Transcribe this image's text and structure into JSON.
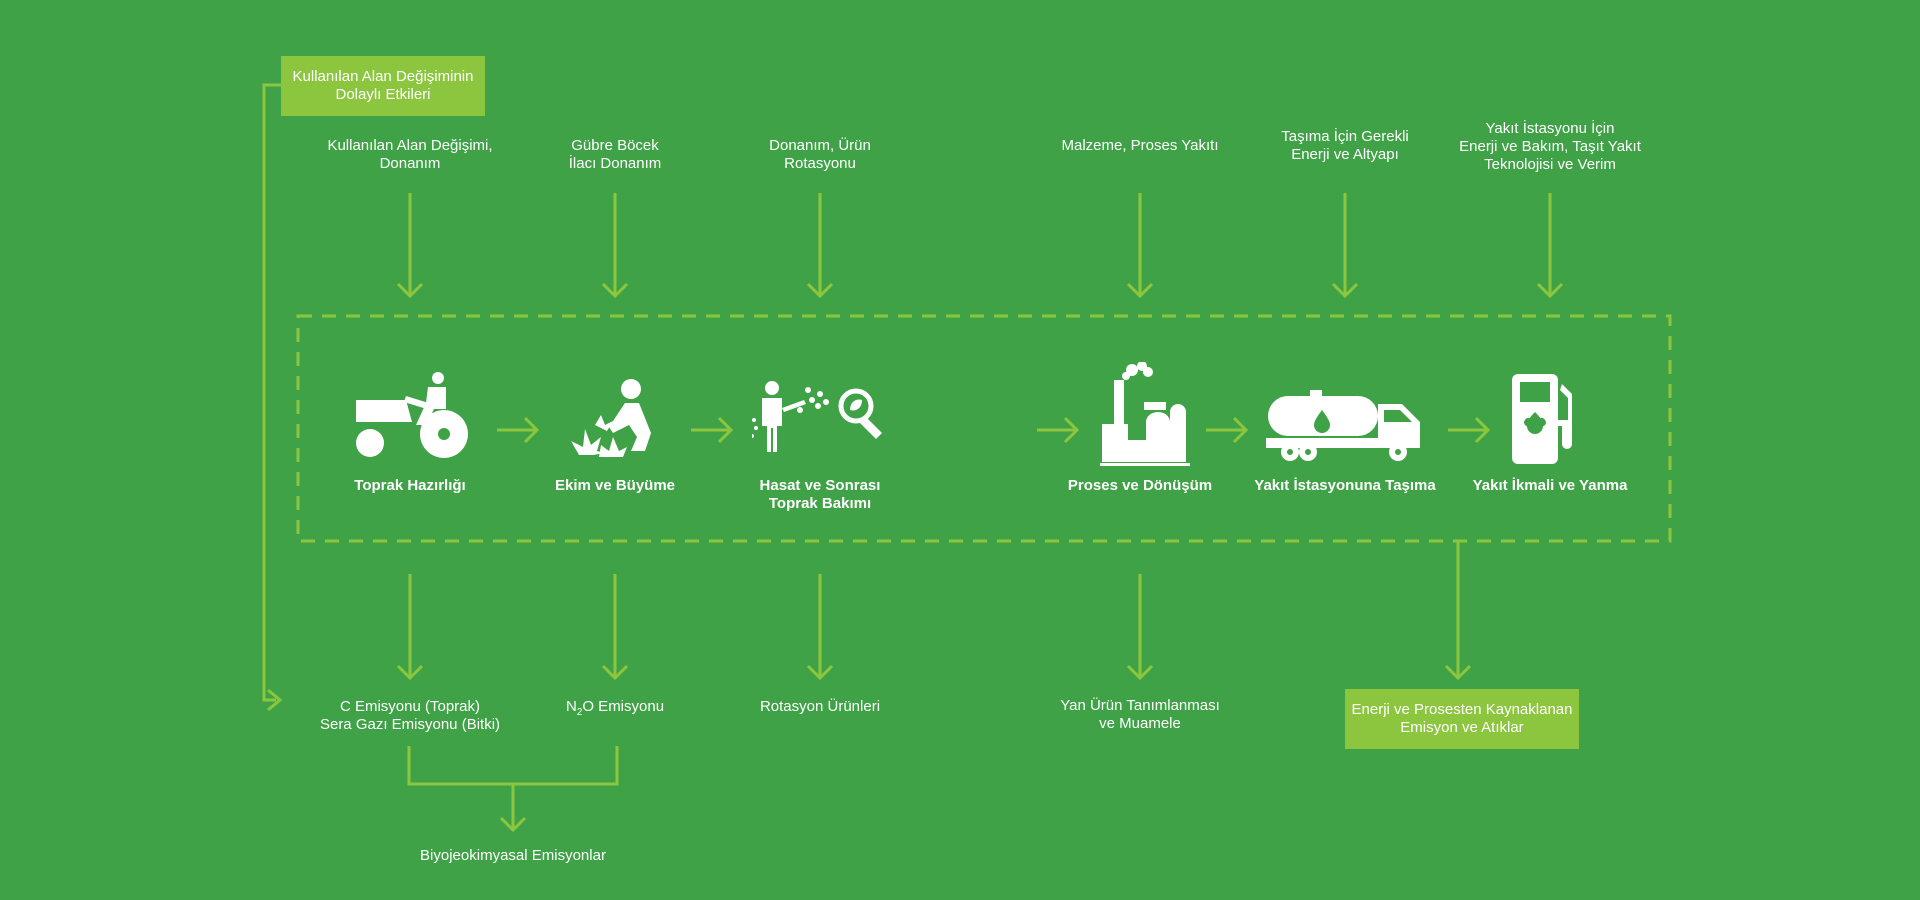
{
  "colors": {
    "background": "#3fa247",
    "accent": "#8cc63f",
    "text": "#ffffff"
  },
  "top_box": "Kullanılan Alan Değişiminin\nDolaylı Etkileri",
  "bottom_box": "Enerji ve Prosesten Kaynaklanan\nEmisyon ve Atıklar",
  "inputs": [
    "Kullanılan Alan Değişimi,\nDonanım",
    "Gübre Böcek\nİlacı Donanım",
    "Donanım, Ürün\nRotasyonu",
    "Malzeme, Proses Yakıtı",
    "Taşıma İçin Gerekli\nEnerji ve Altyapı",
    "Yakıt İstasyonu İçin\nEnerji ve Bakım, Taşıt Yakıt\nTeknolojisi ve Verim"
  ],
  "steps": [
    {
      "label": "Toprak Hazırlığı",
      "icon": "tractor-icon"
    },
    {
      "label": "Ekim ve Büyüme",
      "icon": "planting-person-icon"
    },
    {
      "label": "Hasat ve Sonrası\nToprak Bakımı",
      "icon": "harvest-inspection-icon"
    },
    {
      "label": "Proses ve Dönüşüm",
      "icon": "factory-icon"
    },
    {
      "label": "Yakıt İstasyonuna Taşıma",
      "icon": "tanker-truck-icon"
    },
    {
      "label": "Yakıt İkmali ve Yanma",
      "icon": "fuel-pump-icon"
    }
  ],
  "outputs": {
    "c_emission": "C Emisyonu (Toprak)\nSera Gazı Emisyonu (Bitki)",
    "n2o": {
      "pre": "N",
      "sub": "2",
      "post": "O Emisyonu"
    },
    "rotation": "Rotasyon Ürünleri",
    "byproduct": "Yan Ürün Tanımlanması\nve Muamele",
    "biogeo": "Biyojeokimyasal Emisyonlar"
  }
}
